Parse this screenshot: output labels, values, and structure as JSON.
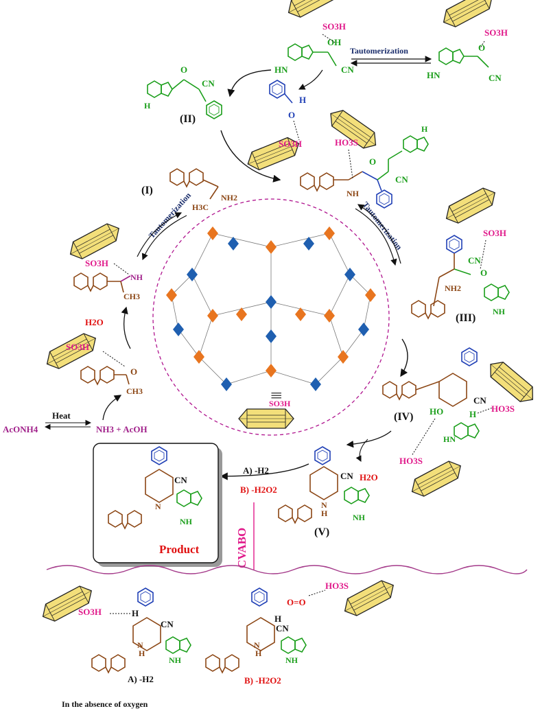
{
  "colors": {
    "brown": "#8B4513",
    "green": "#1a9e1a",
    "blue": "#1f3fb5",
    "magenta": "#e0198a",
    "purple": "#a0208a",
    "red": "#e01010",
    "navy": "#1a2d6b",
    "crystal_fill": "#f3df7a",
    "crystal_stroke": "#222222",
    "orange_node": "#e8751f",
    "blue_node": "#1f5fb0",
    "ring_dash": "#b0168f",
    "wave": "#a43a8a"
  },
  "labels": {
    "so3h": "SO3H",
    "ho3s": "HO3S",
    "oh": "OH",
    "o": "O",
    "h": "H",
    "cn": "CN",
    "hn": "HN",
    "nh": "NH",
    "nh2": "NH2",
    "n": "N",
    "ho": "HO",
    "h2o": "H2O",
    "ch3": "CH3",
    "h3c": "H3C",
    "tautomerization_top": "Tautomerization",
    "tautomerization_left": "Tautomerization",
    "tautomerization_right": "Tautomerization",
    "intermediate_i": "(I)",
    "intermediate_ii": "(II)",
    "intermediate_iii": "(III)",
    "intermediate_iv": "(IV)",
    "intermediate_v": "(V)",
    "heat": "Heat",
    "acoNH4": "AcONH4",
    "nh3_acoh": "NH3 + AcOH",
    "path_a": "A) -H2",
    "path_b": "B) -H2O2",
    "cvabo": "CVABO",
    "product": "Product",
    "equiv": "|||",
    "bottom_a": "A) -H2",
    "bottom_b": "B) -H2O2",
    "absence_oxygen": "In the absence of oxygen",
    "oo": "O=O"
  }
}
